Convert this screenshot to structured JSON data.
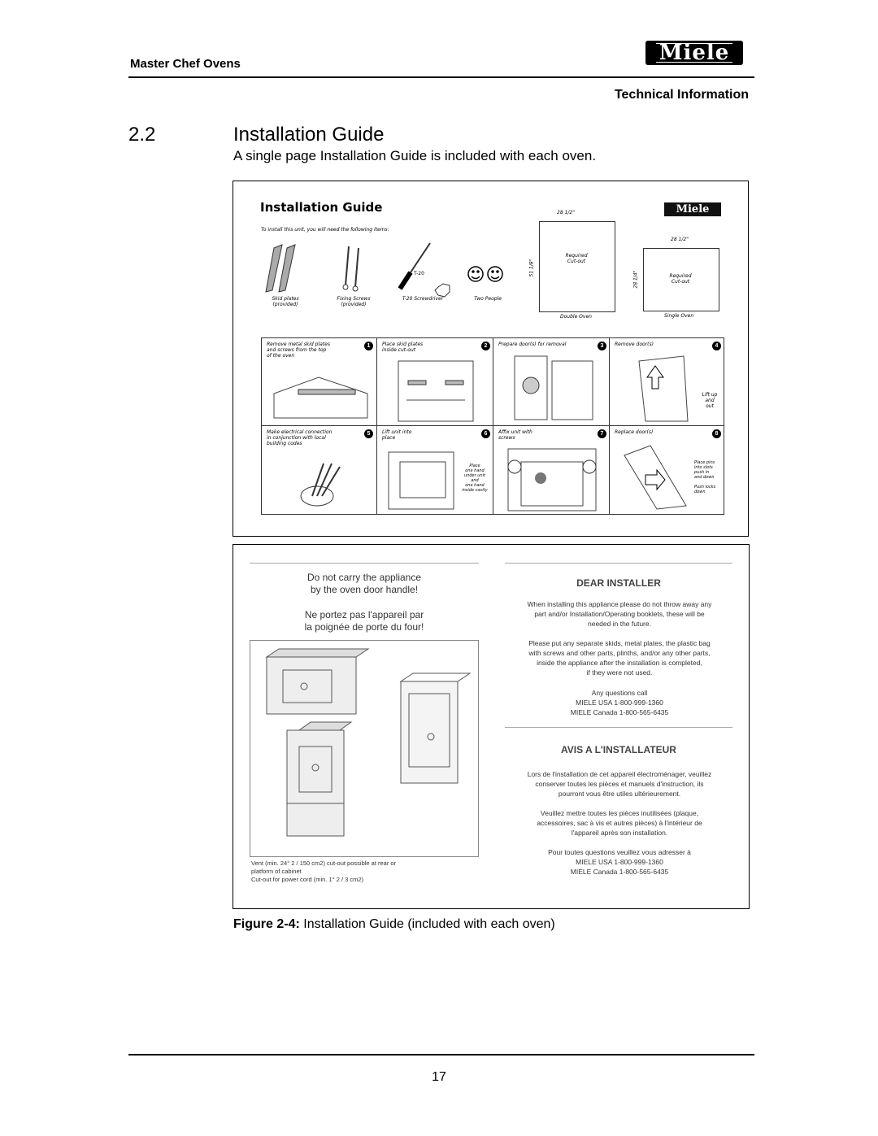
{
  "header": {
    "product": "Master Chef Ovens",
    "brand": "Miele",
    "section_label": "Technical Information"
  },
  "section": {
    "number": "2.2",
    "title": "Installation Guide",
    "intro": "A single page Installation Guide is included with each oven."
  },
  "guide": {
    "title": "Installation Guide",
    "needs": "To install this unit, you will need the following items:",
    "brand": "Miele",
    "items": [
      "Skid plates\n(provided)",
      "Fixing Screws\n(provided)",
      "T-20 Screwdriver",
      "Two People"
    ],
    "t20": "T-20",
    "double": {
      "width": "28 1/2\"",
      "height": "51 1/8\"",
      "label": "Required\nCut-out",
      "name": "Double Oven"
    },
    "single": {
      "width": "28 1/2\"",
      "height": "28 1/4\"",
      "label": "Required\nCut-out",
      "name": "Single Oven"
    },
    "steps": [
      {
        "n": "1",
        "text": "Remove metal skid plates\nand screws from the top\nof the oven"
      },
      {
        "n": "2",
        "text": "Place skid plates\ninside cut-out"
      },
      {
        "n": "3",
        "text": "Prepare door(s) for removal"
      },
      {
        "n": "4",
        "text": "Remove door(s)"
      },
      {
        "n": "5",
        "text": "Make electrical connection\nin conjunction with local\nbuilding codes"
      },
      {
        "n": "6",
        "text": "Lift unit into\nplace"
      },
      {
        "n": "7",
        "text": "Affix unit with\nscrews"
      },
      {
        "n": "8",
        "text": "Replace door(s)"
      }
    ],
    "step4_note": "Lift up\nand\nout",
    "step6_note": "Place\none hand\nunder unit\nand\none hand\ninside cavity",
    "step8_note": "Place pins\ninto slots\npush in\nand down\n\nPush locks\ndown"
  },
  "lower": {
    "warn_en": "Do not carry the appliance\nby the oven door handle!",
    "warn_fr": "Ne portez pas l'appareil par\nla poignée de porte du four!",
    "legend_a": "Vent (min. 24° 2 / 150 cm2) cut-out possible at rear or\nplatform of cabinet",
    "legend_b": "Cut-out for power cord (min. 1° 2 / 3 cm2)",
    "dear_title": "DEAR INSTALLER",
    "dear_p1": "When installing this appliance please do not throw away any\npart and/or Installation/Operating booklets, these will be\nneeded in the future.",
    "dear_p2": "Please put any separate skids, metal plates, the plastic bag\nwith screws and other parts, plinths, and/or any other parts,\ninside the appliance after the installation is completed,\nif they were not used.",
    "dear_p3": "Any questions call\nMIELE USA 1-800-999-1360\nMIELE Canada 1-800-565-6435",
    "avis_title": "AVIS A L'INSTALLATEUR",
    "avis_p1": "Lors de l'installation de cet appareil électroménager, veuillez\nconserver toutes les pièces et manuels d'instruction, ils\npourront vous être utiles ultérieurement.",
    "avis_p2": "Veuillez mettre toutes les pièces inutilisées (plaque,\naccessoires, sac à vis et autres pièces) à l'intérieur de\nl'appareil après son installation.",
    "avis_p3": "Pour toutes questions veuillez vous adresser à\nMIELE USA 1-800-999-1360\nMIELE Canada 1-800-565-6435"
  },
  "caption": {
    "label": "Figure 2-4:",
    "text": " Installation Guide (included with each oven)"
  },
  "page_number": "17"
}
